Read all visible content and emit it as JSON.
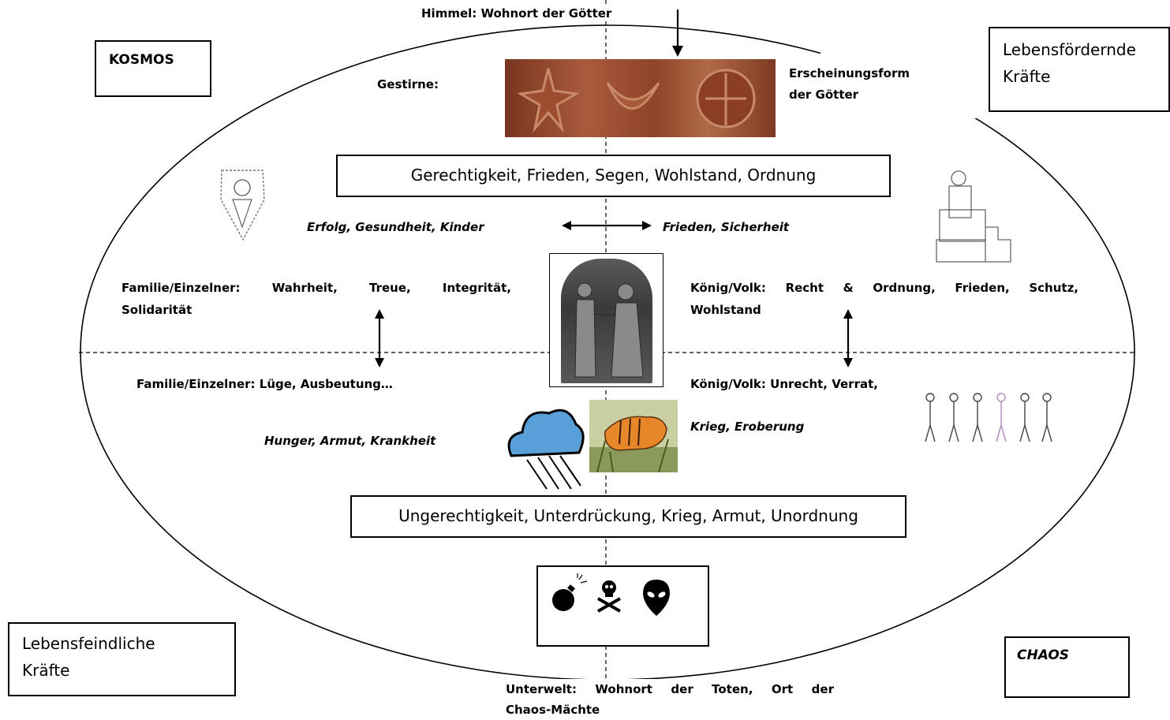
{
  "corner_labels": {
    "kosmos": "KOSMOS",
    "chaos": "CHAOS",
    "life_promoting_line1": "Lebensfördernde",
    "life_promoting_line2": "Kräfte",
    "life_hostile_line1": "Lebensfeindliche",
    "life_hostile_line2": "Kräfte"
  },
  "top": {
    "heaven": "Himmel: Wohnort der Götter",
    "stars_label": "Gestirne:",
    "manifestation_line1": "Erscheinungsform",
    "manifestation_line2": "der Götter"
  },
  "upper_box": "Gerechtigkeit, Frieden, Segen, Wohlstand, Ordnung",
  "upper_italic_left": "Erfolg, Gesundheit, Kinder",
  "upper_italic_right": "Frieden, Sicherheit",
  "family_positive": {
    "label": "Familie/Einzelner:",
    "words": [
      "Wahrheit,",
      "Treue,",
      "Integrität,"
    ],
    "line2": "Solidarität"
  },
  "king_positive": {
    "label": "König/Volk:",
    "words": [
      "Recht",
      "&",
      "Ordnung,",
      "Frieden,",
      "Schutz,"
    ],
    "line2": "Wohlstand"
  },
  "family_negative": "Familie/Einzelner: Lüge, Ausbeutung…",
  "king_negative": "König/Volk: Unrecht, Verrat,",
  "lower_italic_left": "Hunger, Armut, Krankheit",
  "lower_italic_right": "Krieg, Eroberung",
  "lower_box": "Ungerechtigkeit, Unterdrückung, Krieg, Armut, Unordnung",
  "underworld": {
    "words_line1": [
      "Unterwelt:",
      "Wohnort",
      "der",
      "Toten,",
      "Ort",
      "der"
    ],
    "line2": "Chaos-Mächte"
  },
  "icons": {
    "stars_relief": "celestial-symbols-relief-icon",
    "goddess": "goddess-sketch-icon",
    "throne": "king-on-throne-sketch-icon",
    "stele": "hammurabi-stele-icon",
    "storm": "storm-cloud-icon",
    "tiger": "tiger-icon",
    "army": "marching-soldiers-icon",
    "bomb": "bomb-icon",
    "skull": "skull-crossbones-icon",
    "alien": "alien-head-icon"
  },
  "colors": {
    "relief_bg": "#9a4a30",
    "tiger_orange": "#e8862a",
    "cloud_blue": "#5aa0d8"
  }
}
